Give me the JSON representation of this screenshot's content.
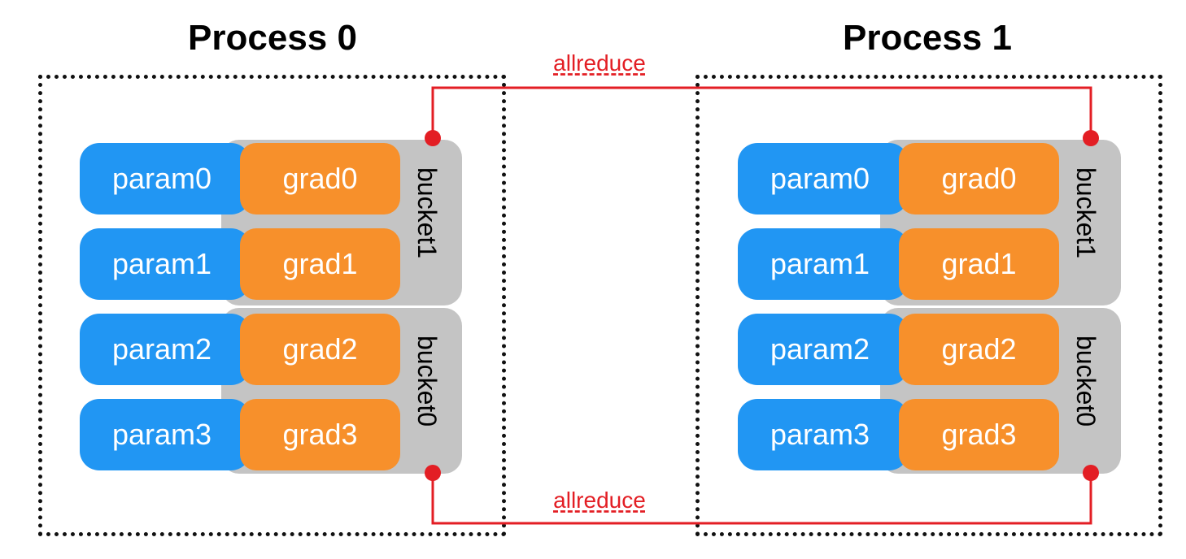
{
  "processes": [
    {
      "title": "Process 0",
      "buckets": [
        "bucket1",
        "bucket0"
      ],
      "params": [
        "param0",
        "param1",
        "param2",
        "param3"
      ],
      "grads": [
        "grad0",
        "grad1",
        "grad2",
        "grad3"
      ]
    },
    {
      "title": "Process 1",
      "buckets": [
        "bucket1",
        "bucket0"
      ],
      "params": [
        "param0",
        "param1",
        "param2",
        "param3"
      ],
      "grads": [
        "grad0",
        "grad1",
        "grad2",
        "grad3"
      ]
    }
  ],
  "connections": {
    "top_label": "allreduce",
    "bottom_label": "allreduce"
  },
  "colors": {
    "param": "#2196f3",
    "grad": "#f7902b",
    "bucket": "#c4c4c4",
    "wire": "#e31e24"
  }
}
